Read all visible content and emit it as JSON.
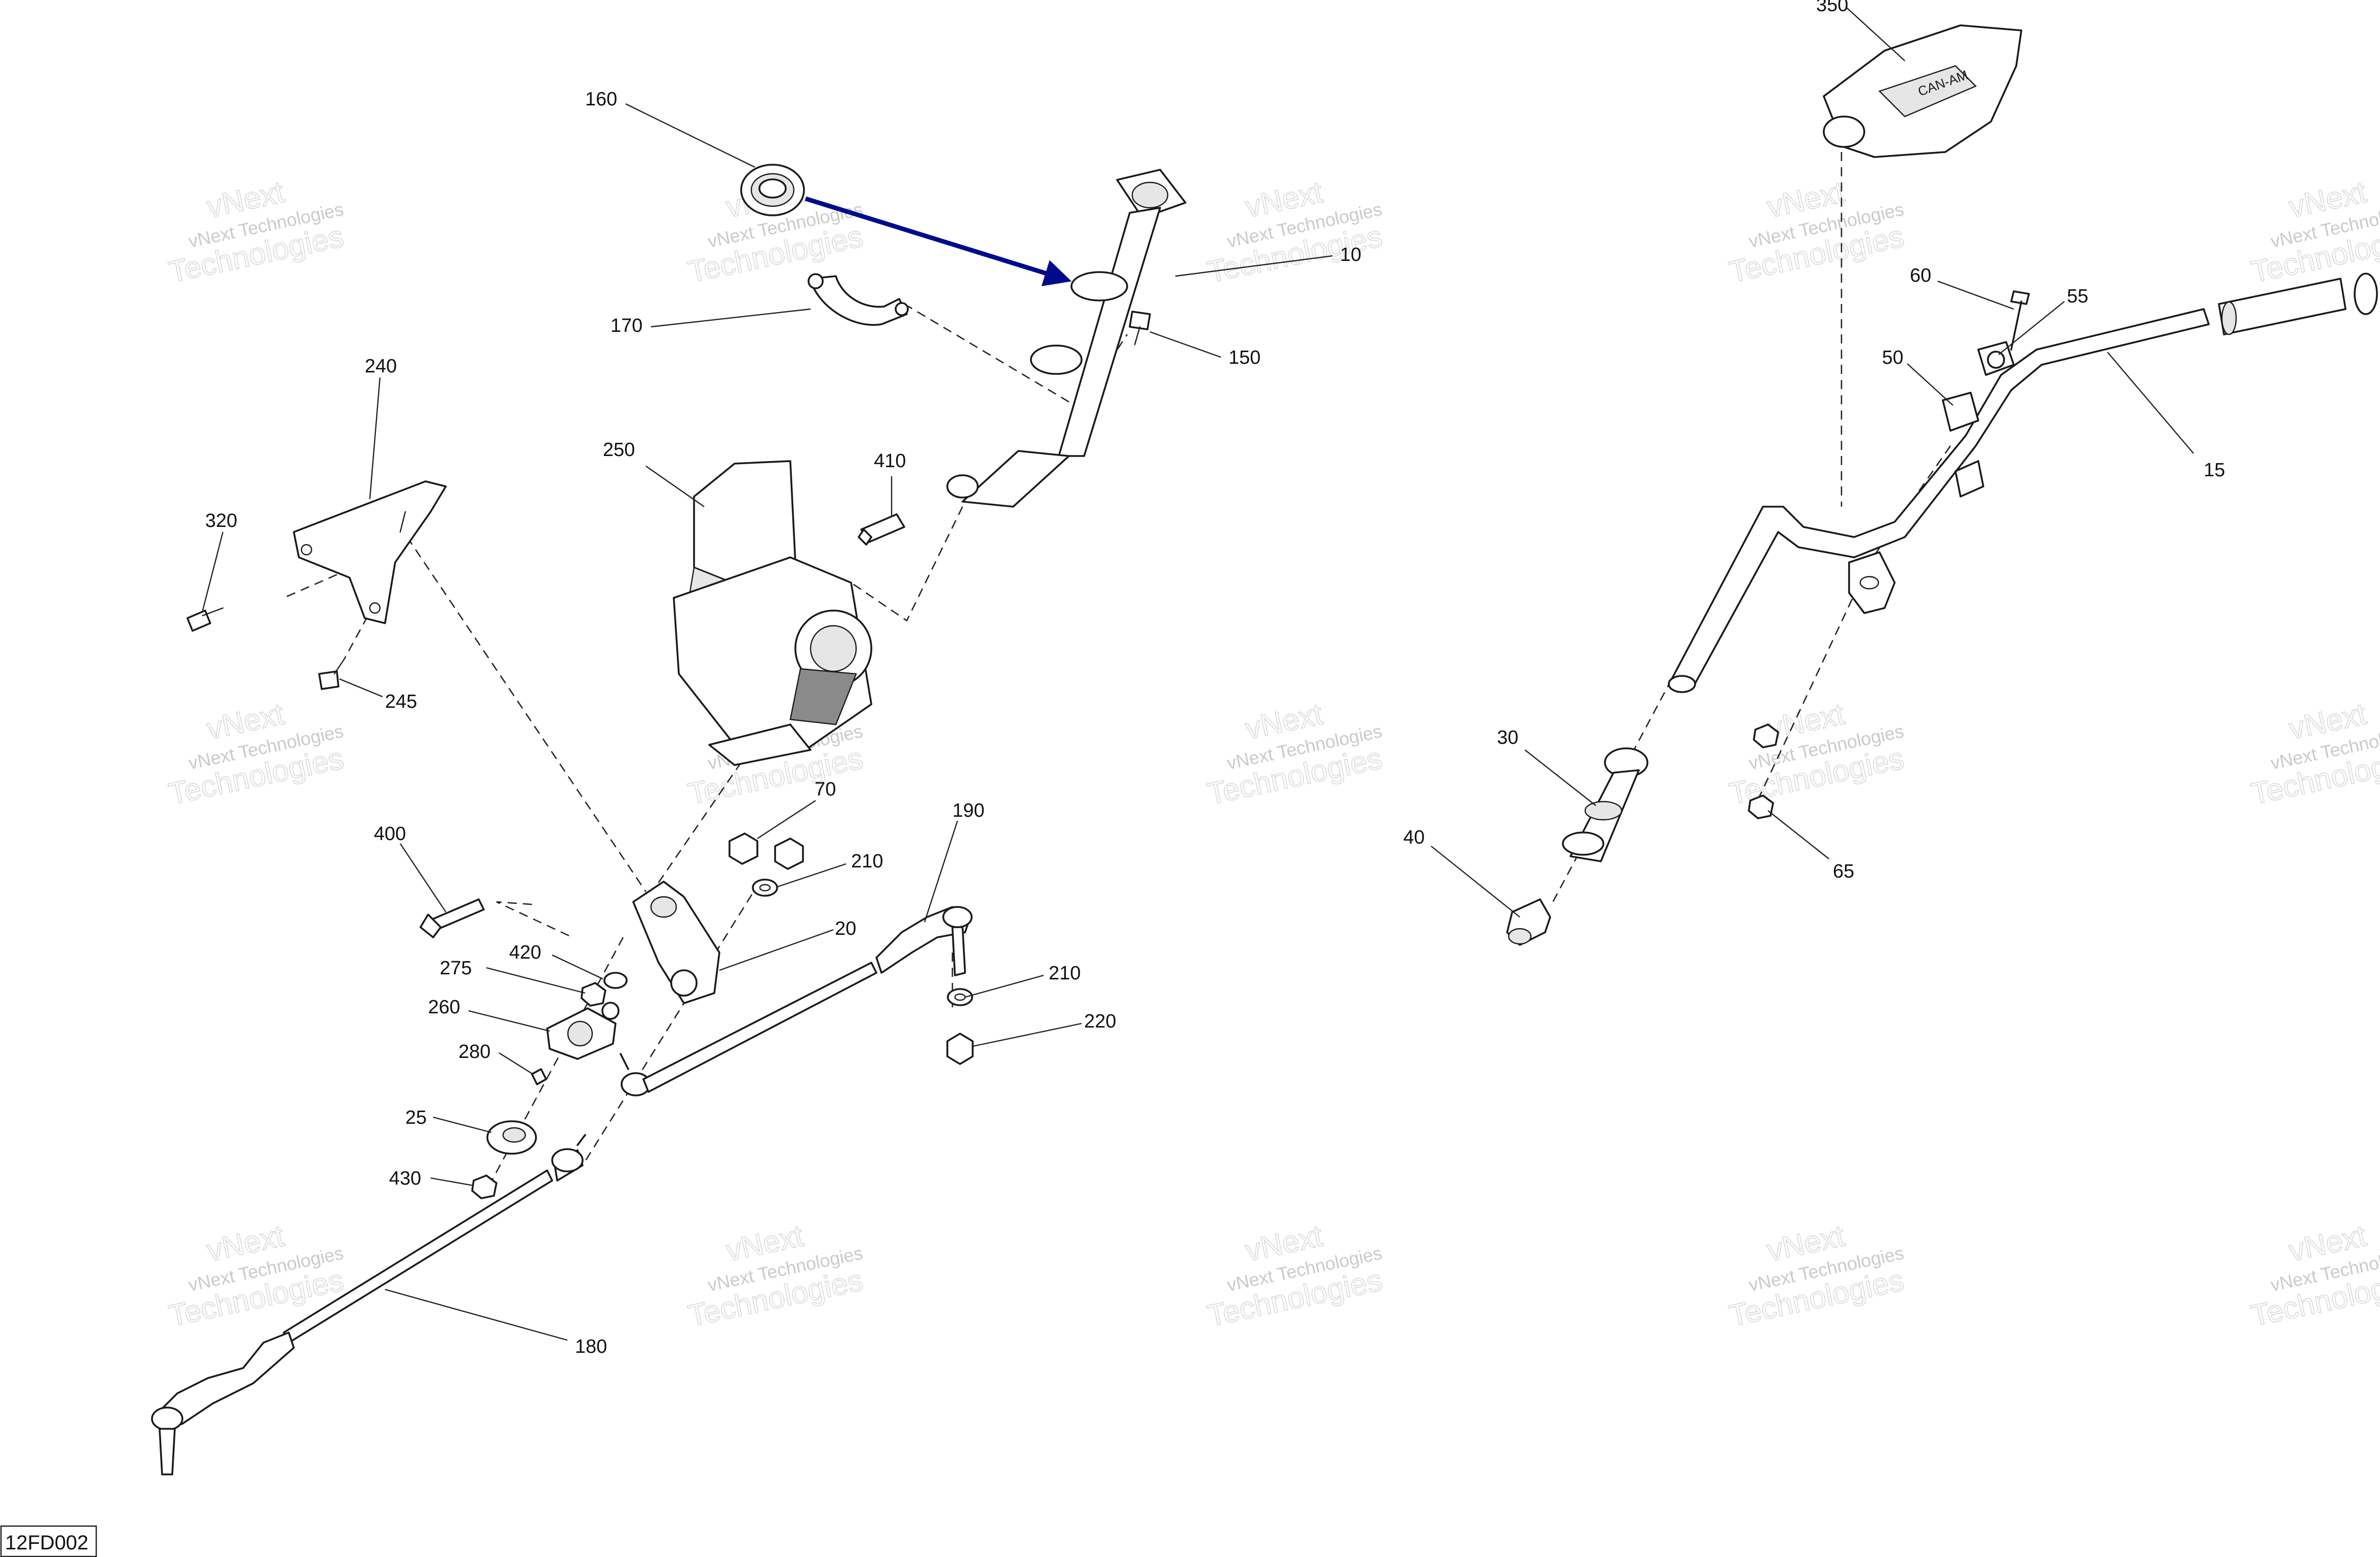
{
  "diagram": {
    "code": "12FD002",
    "arrow_color": "#000b8c",
    "line_color": "#1a1a1a",
    "watermark": {
      "line1": "vNext Technologies",
      "line2": "Technologies",
      "stamp": "vNext"
    },
    "labels": {
      "p10": "10",
      "p15": "15",
      "p20": "20",
      "p25": "25",
      "p30": "30",
      "p40": "40",
      "p50": "50",
      "p55": "55",
      "p60": "60",
      "p65": "65",
      "p70": "70",
      "p150": "150",
      "p160": "160",
      "p170": "170",
      "p180": "180",
      "p190": "190",
      "p210a": "210",
      "p210b": "210",
      "p220": "220",
      "p240": "240",
      "p245": "245",
      "p250": "250",
      "p260": "260",
      "p275": "275",
      "p280": "280",
      "p320": "320",
      "p350": "350",
      "p400": "400",
      "p410": "410",
      "p420": "420",
      "p430": "430"
    }
  }
}
